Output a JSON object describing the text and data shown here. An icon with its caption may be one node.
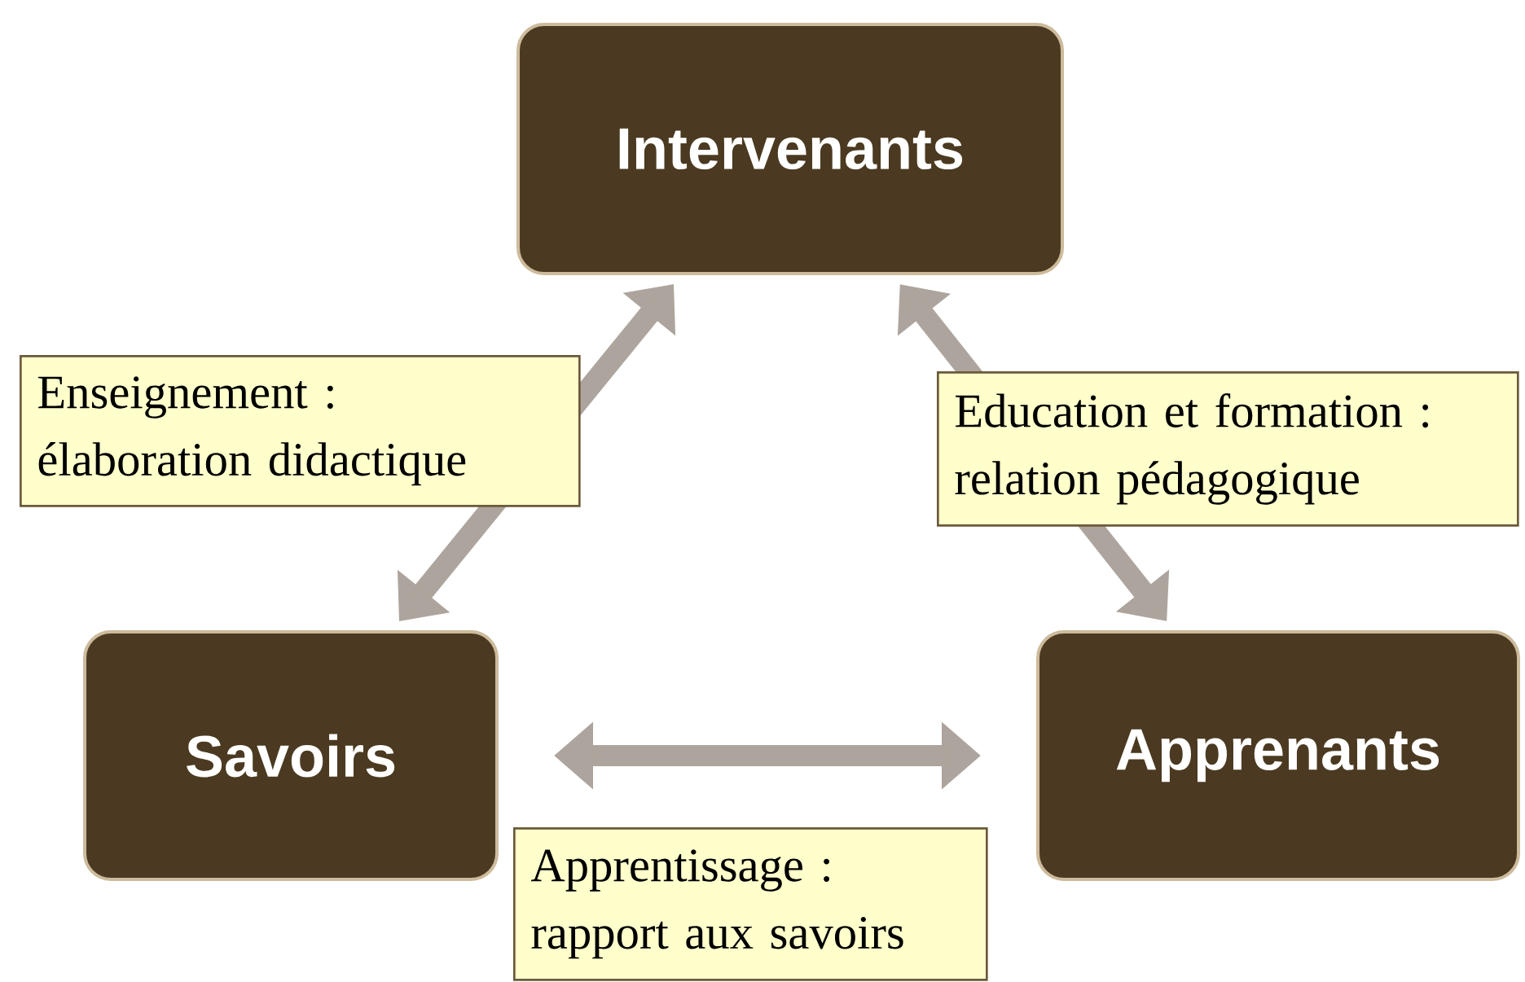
{
  "diagram": {
    "nodes": [
      {
        "text": [
          "Intervenants"
        ]
      },
      {
        "text": [
          "Savoirs"
        ]
      },
      {
        "text": [
          "Apprenants"
        ]
      }
    ],
    "edges": [
      {
        "from": 0,
        "to": 1,
        "arrow": "both",
        "label": "Enseignement : élaboration didactique"
      },
      {
        "from": 0,
        "to": 2,
        "arrow": "both",
        "label": "Education et formation : relation pédagogique"
      },
      {
        "from": 1,
        "to": 2,
        "arrow": "both",
        "label": "Apprentissage : rapport aux savoirs"
      }
    ]
  }
}
